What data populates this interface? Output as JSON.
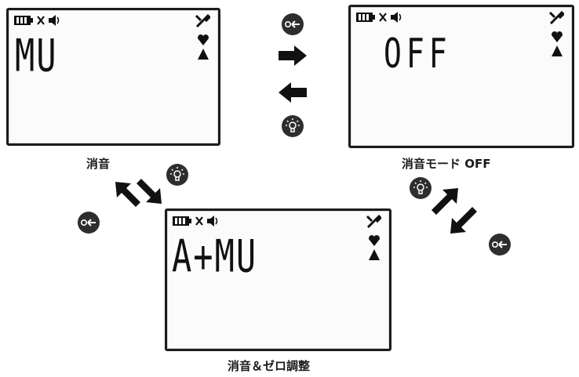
{
  "screens": {
    "mute": {
      "display": "MU",
      "caption": "消音"
    },
    "mute_off": {
      "display": "OFF",
      "caption": "消音モード OFF"
    },
    "mute_zero": {
      "display": "A+MU",
      "caption": "消音＆ゼロ調整"
    }
  },
  "status_icons": [
    "battery-icon",
    "x-mark-icon",
    "speaker-icon"
  ],
  "side_icons": [
    "wrench-icon",
    "heart-down-icon",
    "triangle-up-icon"
  ],
  "buttons": {
    "power": "power-button",
    "light": "light-button"
  },
  "colors": {
    "ink": "#1a1a1a",
    "button": "#2e2e2e",
    "screen": "#fbfbfb"
  }
}
